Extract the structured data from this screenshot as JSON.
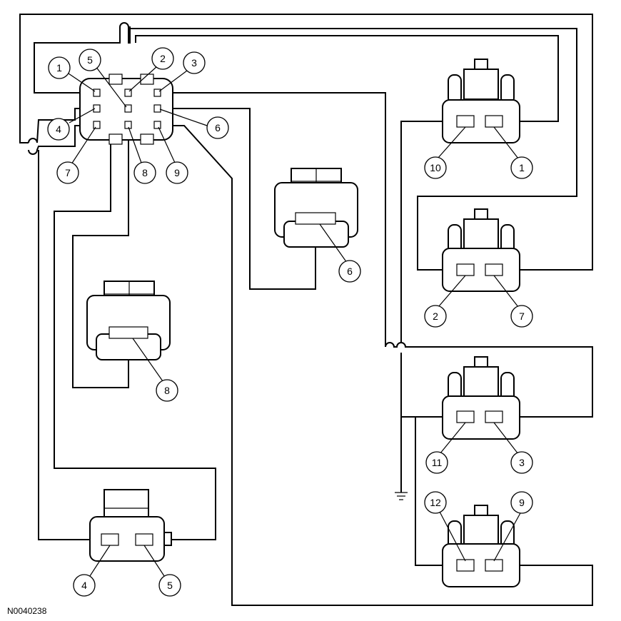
{
  "figure_id": "N0040238",
  "main_connector": {
    "pins": [
      "1",
      "2",
      "3",
      "4",
      "5",
      "6",
      "7",
      "8",
      "9"
    ]
  },
  "component_a": {
    "pins": [
      "10",
      "1"
    ]
  },
  "component_b": {
    "pins": [
      "2",
      "7"
    ]
  },
  "component_c": {
    "pins": [
      "11",
      "3"
    ]
  },
  "component_d": {
    "pins": [
      "12",
      "9"
    ]
  },
  "component_e": {
    "pins": [
      "6"
    ]
  },
  "component_f": {
    "pins": [
      "8"
    ]
  },
  "component_g": {
    "pins": [
      "4",
      "5"
    ]
  },
  "ground": {
    "icon": "ground-icon"
  }
}
